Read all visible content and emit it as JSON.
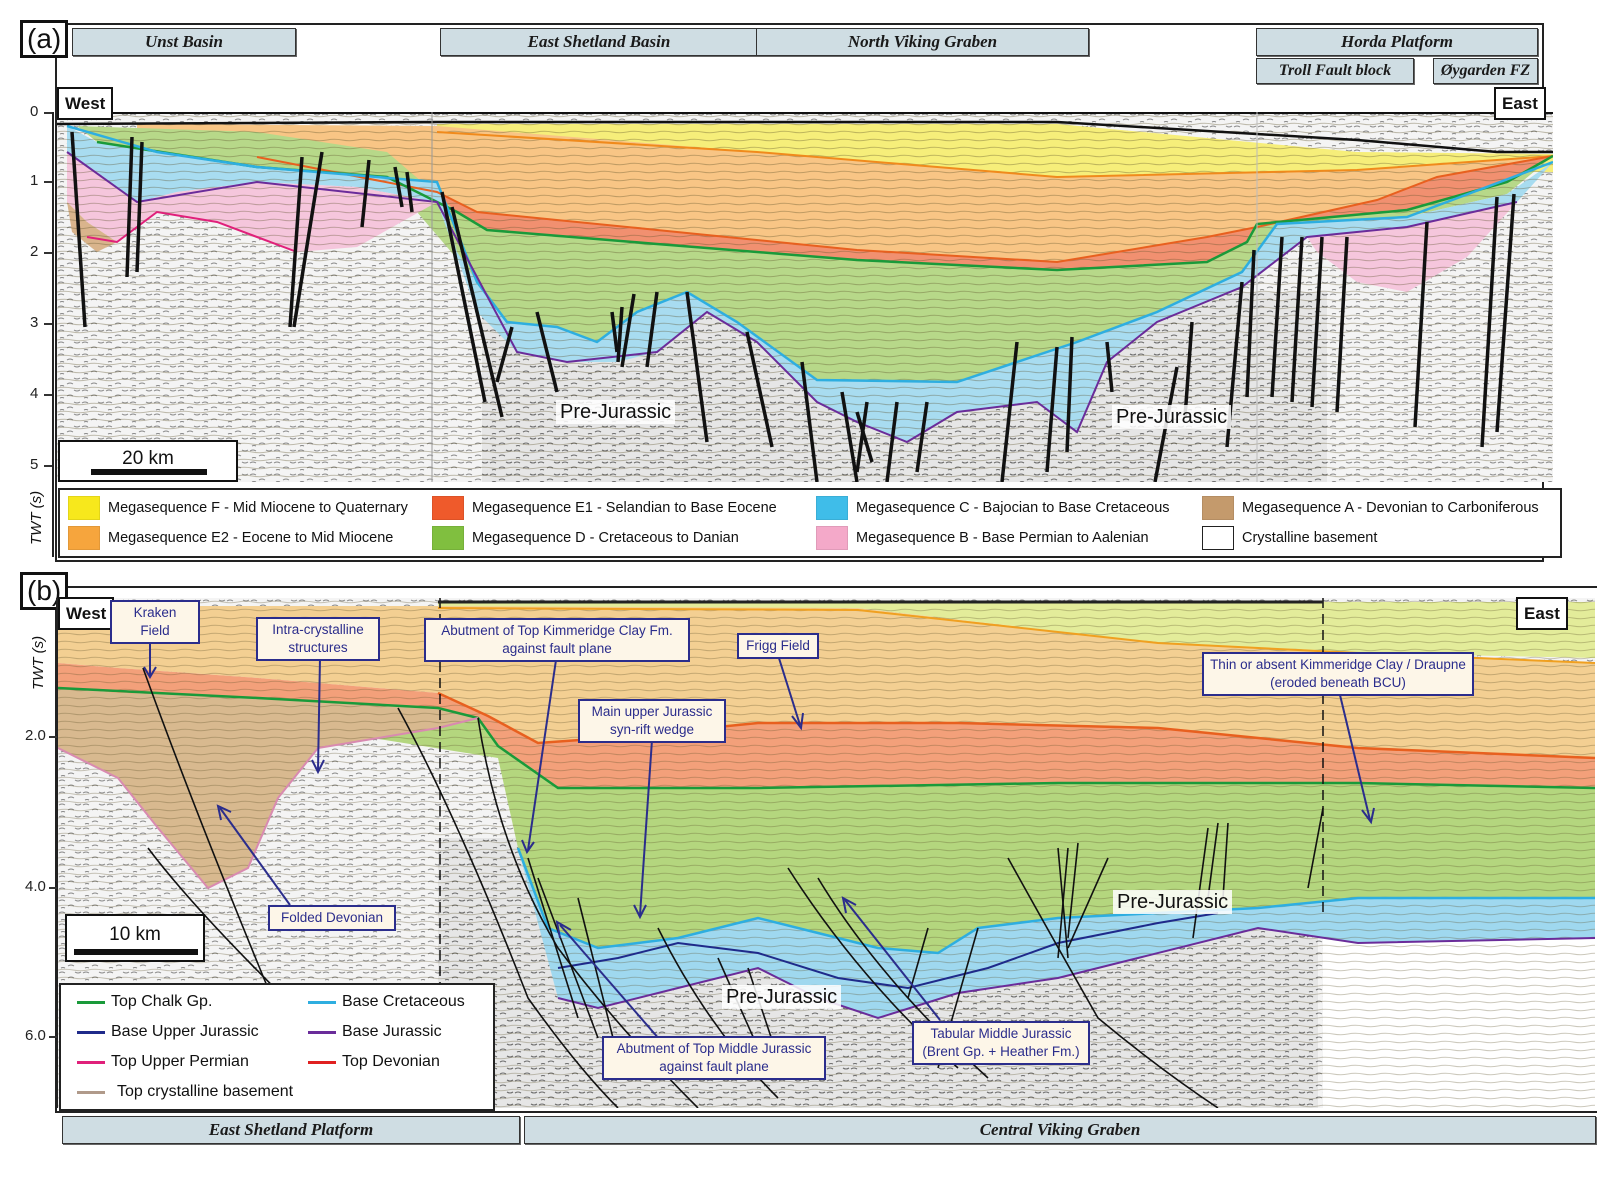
{
  "panel_a": {
    "tag": "(a)",
    "regions": [
      {
        "label": "Unst Basin"
      },
      {
        "label": "East Shetland Basin"
      },
      {
        "label": "North Viking Graben"
      },
      {
        "label": "Horda Platform"
      },
      {
        "label": "Troll Fault block"
      },
      {
        "label": "Øygarden FZ"
      }
    ],
    "west_label": "West",
    "east_label": "East",
    "y_axis": {
      "label": "TWT (s)",
      "ticks": [
        "0",
        "1",
        "2",
        "3",
        "4",
        "5"
      ]
    },
    "scale_bar": "20 km",
    "pre_jurassic_labels": [
      "Pre-Jurassic",
      "Pre-Jurassic"
    ],
    "legend": [
      {
        "label": "Megasequence F - Mid Miocene to Quaternary",
        "color": "#f7e81c"
      },
      {
        "label": "Megasequence E2 -  Eocene to Mid Miocene",
        "color": "#f6a53d"
      },
      {
        "label": "Megasequence E1 -  Selandian to  Base Eocene",
        "color": "#ef5a2b"
      },
      {
        "label": "Megasequence D - Cretaceous to Danian",
        "color": "#80bf3f"
      },
      {
        "label": "Megasequence  C -  Bajocian to Base Cretaceous",
        "color": "#3fbde9"
      },
      {
        "label": "Megasequence  B -  Base Permian to Aalenian",
        "color": "#f4a9c9"
      },
      {
        "label": "Megasequence  A -  Devonian to Carboniferous",
        "color": "#c49a6c"
      },
      {
        "label": "Crystalline basement",
        "color": "#ffffff"
      }
    ]
  },
  "panel_b": {
    "tag": "(b)",
    "west_label": "West",
    "east_label": "East",
    "y_axis": {
      "label": "TWT (s)",
      "ticks": [
        "2.0",
        "4.0",
        "6.0"
      ]
    },
    "scale_bar": "10 km",
    "pre_jurassic_labels": [
      "Pre-Jurassic",
      "Pre-Jurassic"
    ],
    "annotations": [
      {
        "text": "Kraken Field"
      },
      {
        "text": "Intra-crystalline structures"
      },
      {
        "text": "Abutment of Top Kimmeridge Clay Fm. against fault plane"
      },
      {
        "text": "Frigg Field"
      },
      {
        "text": "Main upper Jurassic syn-rift wedge"
      },
      {
        "text": "Thin or absent Kimmeridge Clay / Draupne (eroded beneath BCU)"
      },
      {
        "text": "Folded Devonian"
      },
      {
        "text": "Abutment of Top Middle Jurassic against fault plane"
      },
      {
        "text": "Tabular Middle Jurassic (Brent Gp. + Heather Fm.)"
      }
    ],
    "horizon_legend": [
      {
        "label": "Top Chalk Gp.",
        "color": "#1a9a3a"
      },
      {
        "label": "Base Cretaceous",
        "color": "#2eaee0"
      },
      {
        "label": "Base Upper Jurassic",
        "color": "#1f2a8a"
      },
      {
        "label": "Base Jurassic",
        "color": "#6a2c9a"
      },
      {
        "label": "Top Upper Permian",
        "color": "#e0207a"
      },
      {
        "label": "Top Devonian",
        "color": "#e02020"
      },
      {
        "label": "Top crystalline basement",
        "color": "#b09a8a"
      }
    ],
    "regions": [
      {
        "label": "East Shetland Platform"
      },
      {
        "label": "Central Viking Graben"
      }
    ]
  }
}
